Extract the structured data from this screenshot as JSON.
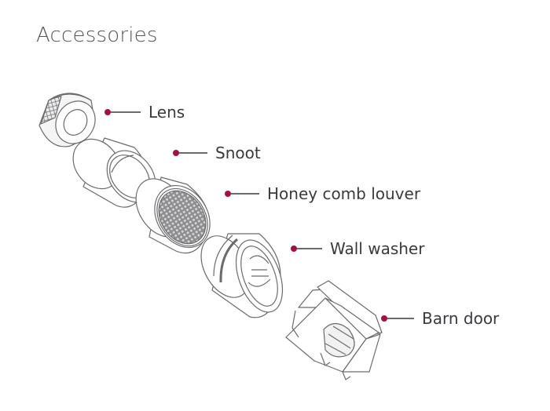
{
  "title": "Accessories",
  "accent_color": "#a3123e",
  "line_color": "#6b6b6e",
  "callouts": [
    {
      "label": "Lens"
    },
    {
      "label": "Snoot"
    },
    {
      "label": "Honey comb louver"
    },
    {
      "label": "Wall washer"
    },
    {
      "label": "Barn door"
    }
  ]
}
